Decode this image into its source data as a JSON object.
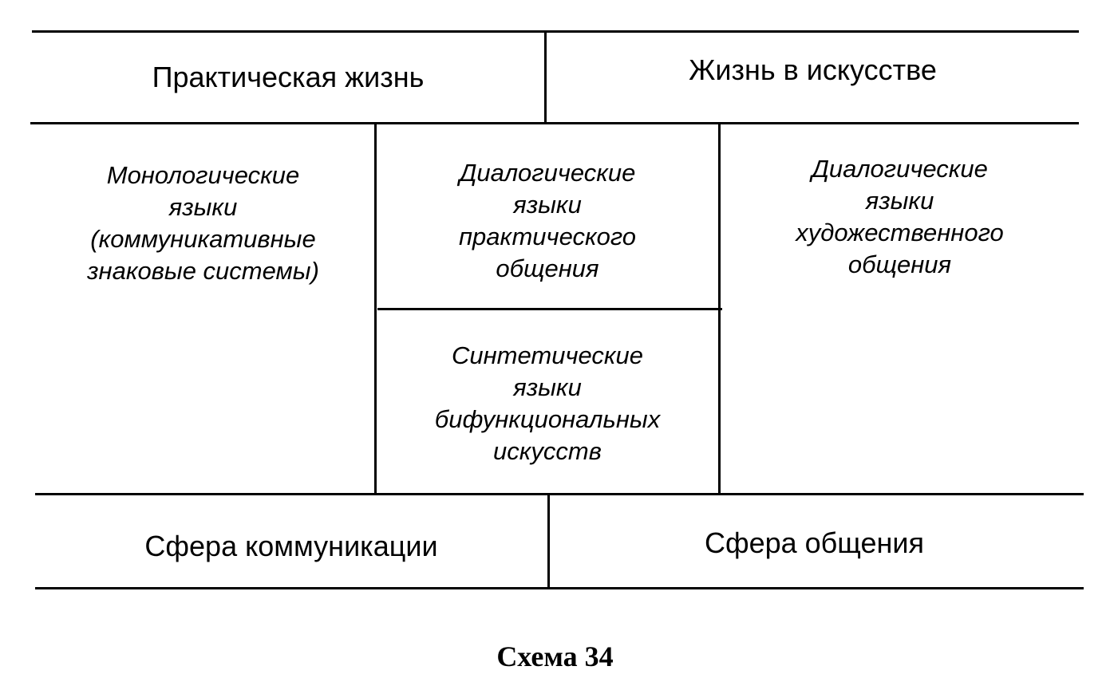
{
  "headers": {
    "practical_life": "Практическая жизнь",
    "life_in_art": "Жизнь в искусстве"
  },
  "cells": {
    "monologic": [
      "Монологические",
      "языки",
      "(коммуникативные",
      "знаковые системы)"
    ],
    "dialogic_practical": [
      "Диалогические",
      "языки",
      "практического",
      "общения"
    ],
    "synthetic": [
      "Синтетические",
      "языки",
      "бифункциональных",
      "искусств"
    ],
    "dialogic_artistic": [
      "Диалогические",
      "языки",
      "художественного",
      "общения"
    ]
  },
  "footers": {
    "communication_sphere": "Сфера коммуникации",
    "interaction_sphere": "Сфера общения"
  },
  "caption": "Схема 34"
}
